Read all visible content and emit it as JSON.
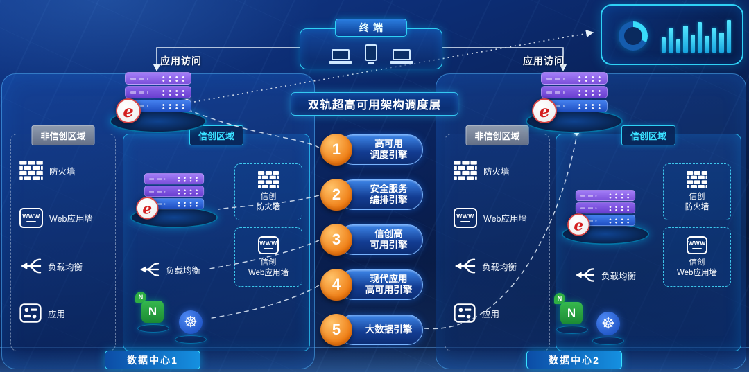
{
  "colors": {
    "accent_cyan": "#2fd1f5",
    "engine_orange": "#f0800f",
    "nginx_green": "#2ba33e",
    "k8s_blue": "#326ce5",
    "logo_red": "#d41f1f"
  },
  "terminal": {
    "label": "终端"
  },
  "access_labels": {
    "left": "应用访问",
    "right": "应用访问"
  },
  "banner": {
    "title": "双轨超高可用架构调度层"
  },
  "dashboard": {
    "bars": [
      45,
      70,
      38,
      78,
      52,
      88,
      48,
      72,
      58,
      95
    ]
  },
  "engines": [
    {
      "num": "1",
      "line1": "高可用",
      "line2": "调度引擎"
    },
    {
      "num": "2",
      "line1": "安全服务",
      "line2": "编排引擎"
    },
    {
      "num": "3",
      "line1": "信创高",
      "line2": "可用引擎"
    },
    {
      "num": "4",
      "line1": "现代应用",
      "line2": "高可用引擎"
    },
    {
      "num": "5",
      "line1": "大数据引擎",
      "line2": ""
    }
  ],
  "dc1": {
    "badge": "数据中心1",
    "non_xc": {
      "title": "非信创区域",
      "items": [
        "防火墙",
        "Web应用墙",
        "负载均衡",
        "应用"
      ]
    },
    "xc": {
      "title": "信创区域",
      "firewall_line1": "信创",
      "firewall_line2": "防火墙",
      "waf_line1": "信创",
      "waf_line2": "Web应用墙",
      "lb_label": "负载均衡"
    }
  },
  "dc2": {
    "badge": "数据中心2",
    "non_xc": {
      "title": "非信创区域",
      "items": [
        "防火墙",
        "Web应用墙",
        "负载均衡",
        "应用"
      ]
    },
    "xc": {
      "title": "信创区域",
      "firewall_line1": "信创",
      "firewall_line2": "防火墙",
      "waf_line1": "信创",
      "waf_line2": "Web应用墙",
      "lb_label": "负载均衡"
    }
  },
  "icons": {
    "www_text": "WWW",
    "nginx_letter": "N",
    "nginx_leaf_letter": "N",
    "k8s_glyph": "☸",
    "logo_letter": "e"
  }
}
